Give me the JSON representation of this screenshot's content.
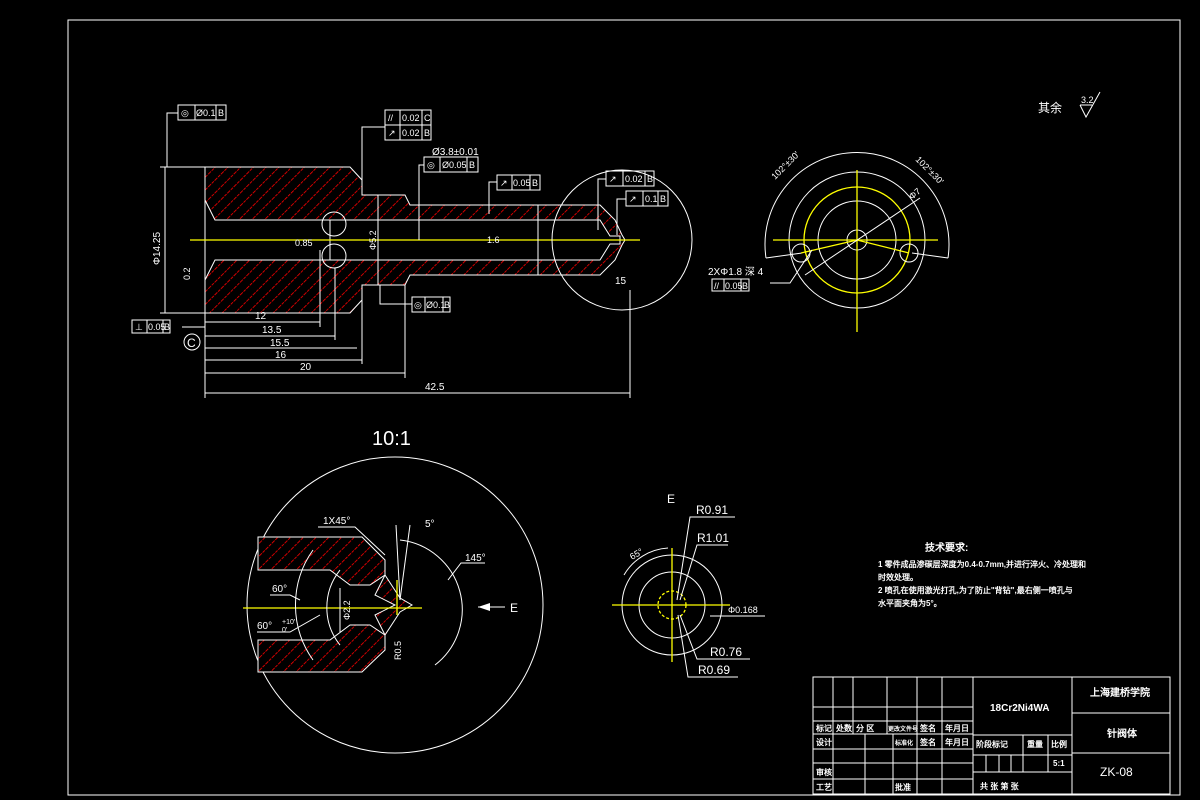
{
  "colors": {
    "background": "#000000",
    "lines": "#ffffff",
    "centerlines": "#ffff00",
    "hatch": "#ff0000"
  },
  "main_view": {
    "fcf_top_left": {
      "symbol": "◎",
      "tolerance": "Ø0.1",
      "datum": "B"
    },
    "fcf_parallel": {
      "symbol": "//",
      "tolerance": "0.02",
      "datum": "C"
    },
    "fcf_runout_1": {
      "symbol": "↗",
      "tolerance": "0.02",
      "datum": "B"
    },
    "bore_dim": "Ø3.8±0.01",
    "fcf_conc_bore": {
      "symbol": "◎",
      "tolerance": "Ø0.05",
      "datum": "B"
    },
    "fcf_runout_stem": {
      "symbol": "↗",
      "tolerance": "0.05",
      "datum": "B"
    },
    "fcf_runout_tip1": {
      "symbol": "↗",
      "tolerance": "0.02",
      "datum": "B"
    },
    "fcf_runout_tip2": {
      "symbol": "↗",
      "tolerance": "0.1",
      "datum": "B"
    },
    "fcf_conc_bottom": {
      "symbol": "◎",
      "tolerance": "Ø0.1",
      "datum": "B"
    },
    "fcf_perp": {
      "symbol": "⊥",
      "tolerance": "0.05",
      "datum": "B"
    },
    "datum_c": "C",
    "dia_outer": "Φ14.25",
    "dia_step": "Φ5.2",
    "roughness_left": "0.2",
    "roughness_bore": "0.85",
    "roughness_stem": "1.6",
    "tip_dim": "15",
    "dims": [
      "12",
      "13.5",
      "15.5",
      "16",
      "20",
      "42.5"
    ]
  },
  "surface_note": {
    "label": "其余",
    "value": "3.2"
  },
  "end_view": {
    "angle_left": "102°±30'",
    "angle_right": "102°±30'",
    "holes": "2XΦ1.8 深 4",
    "fcf": {
      "symbol": "//",
      "tolerance": "0.05",
      "datum": "B"
    },
    "dia": "Φ7"
  },
  "detail_view": {
    "scale": "10:1",
    "chamfer": "1X45°",
    "angle_5": "5°",
    "angle_145": "145°",
    "angle_60": "60°",
    "angle_60_tol": "60°",
    "tol_upper": "+10'",
    "tol_lower": "0'",
    "dia": "Φ2.2",
    "radius": "R0.5",
    "view_label": "E"
  },
  "view_e": {
    "label": "E",
    "r1": "R0.91",
    "r2": "R1.01",
    "r3": "R0.76",
    "r4": "R0.69",
    "dia": "Φ0.168",
    "angle": "65°"
  },
  "tech_requirements": {
    "title": "技术要求:",
    "line1": "1 零件成品渗碳层深度为0.4-0.7mm,并进行淬火、冷处理和",
    "line1b": "时效处理。",
    "line2": "2 喷孔在使用激光打孔,为了防止\"背钻\",最右侧一喷孔与",
    "line2b": "水平面夹角为5°。"
  },
  "title_block": {
    "material": "18Cr2Ni4WA",
    "school": "上海建桥学院",
    "part_name": "针阀体",
    "drawing_no": "ZK-08",
    "scale": "5:1",
    "headers": [
      "标记",
      "处数",
      "分 区",
      "更改文件号",
      "签名",
      "年月日"
    ],
    "design": "设计",
    "standard": "标准化",
    "sign": "签名",
    "date": "年月日",
    "review": "审核",
    "process": "工艺",
    "approve": "批准",
    "stage": "阶段标记",
    "weight": "重量",
    "ratio": "比例",
    "sheets": "共  张  第  张"
  }
}
